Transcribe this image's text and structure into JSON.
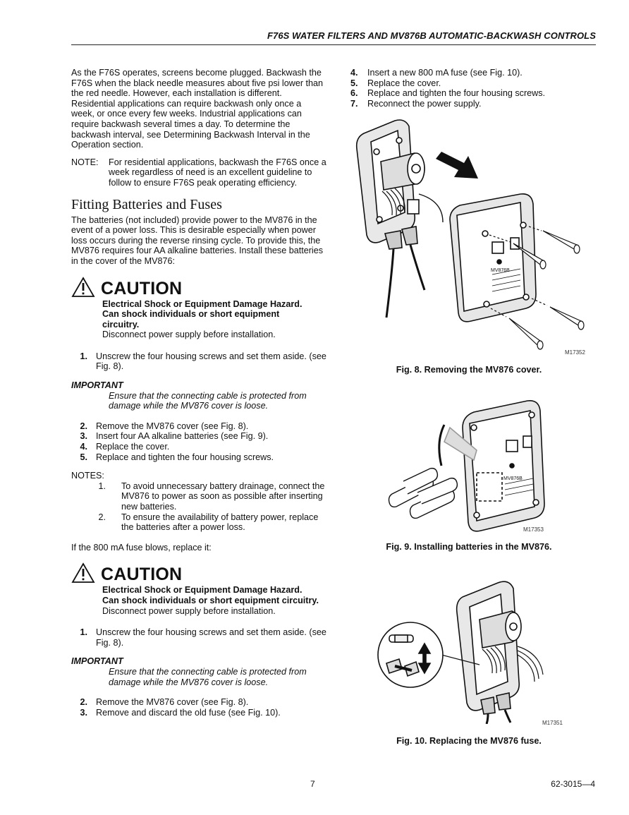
{
  "header": {
    "title": "F76S WATER FILTERS AND MV876B AUTOMATIC-BACKWASH CONTROLS"
  },
  "left": {
    "intro": "As the F76S operates, screens become plugged. Backwash the F76S when the black needle measures about five psi lower than the red needle. However, each installation is different. Residential applications can require backwash only once a week, or once every few weeks. Industrial applications can require backwash several times a day. To determine the backwash interval, see Determining Backwash Interval in the Operation section.",
    "note_label": "NOTE:",
    "note_text": "For residential applications, backwash the F76S once a week regardless of need is an excellent guideline to follow to ensure F76S peak operating efficiency.",
    "section_title": "Fitting Batteries and Fuses",
    "section_text": "The batteries (not included) provide power to the MV876 in the event of a power loss. This is desirable especially when power loss occurs during the reverse rinsing cycle. To provide this, the MV876 requires four AA alkaline batteries. Install these batteries in the cover of the MV876:",
    "caution1": {
      "word": "CAUTION",
      "hazard": "Electrical Shock or Equipment Damage Hazard.",
      "detail": "Can shock individuals or short equipment circuitry.",
      "instruction": "Disconnect power supply before installation."
    },
    "steps_a": [
      {
        "num": "1.",
        "text": "Unscrew the four housing screws and set them aside. (see Fig. 8)."
      }
    ],
    "important_label": "IMPORTANT",
    "important_text": "Ensure that the connecting cable is protected from damage while the MV876 cover is loose.",
    "steps_b": [
      {
        "num": "2.",
        "text": "Remove the MV876 cover (see Fig. 8)."
      },
      {
        "num": "3.",
        "text": "Insert four AA alkaline batteries (see Fig. 9)."
      },
      {
        "num": "4.",
        "text": "Replace the cover."
      },
      {
        "num": "5.",
        "text": "Replace and tighten the four housing screws."
      }
    ],
    "notes_label": "NOTES:",
    "notes": [
      {
        "num": "1.",
        "text": "To avoid unnecessary battery drainage, connect the MV876 to power as soon as possible after inserting new batteries."
      },
      {
        "num": "2.",
        "text": "To ensure the availability of battery power, replace the batteries after a power loss."
      }
    ],
    "fuse_intro": "If the 800 mA fuse blows, replace it:",
    "caution2": {
      "word": "CAUTION",
      "hazard": "Electrical Shock or Equipment Damage Hazard.",
      "detail": "Can shock individuals or short equipment circuitry.",
      "instruction": "Disconnect power supply before installation."
    },
    "steps_c": [
      {
        "num": "1.",
        "text": "Unscrew the four housing screws and set them aside. (see Fig. 8)."
      }
    ],
    "important2_text": "Ensure that the connecting cable is protected from damage while the MV876 cover is loose.",
    "steps_d": [
      {
        "num": "2.",
        "text": "Remove the MV876 cover (see Fig. 8)."
      },
      {
        "num": "3.",
        "text": "Remove and discard the old fuse (see Fig. 10)."
      }
    ]
  },
  "right": {
    "steps": [
      {
        "num": "4.",
        "text": "Insert a new 800 mA fuse (see Fig. 10)."
      },
      {
        "num": "5.",
        "text": "Replace the cover."
      },
      {
        "num": "6.",
        "text": "Replace and tighten the four housing screws."
      },
      {
        "num": "7.",
        "text": "Reconnect the power supply."
      }
    ],
    "fig8": {
      "caption": "Fig. 8. Removing the MV876 cover.",
      "code": "M17352",
      "device_label": "MV876B"
    },
    "fig9": {
      "caption": "Fig. 9. Installing batteries in the MV876.",
      "code": "M17353",
      "device_label": "MV876B"
    },
    "fig10": {
      "caption": "Fig. 10. Replacing the MV876 fuse.",
      "code": "M17351"
    }
  },
  "footer": {
    "page": "7",
    "doc_code": "62-3015—4"
  }
}
